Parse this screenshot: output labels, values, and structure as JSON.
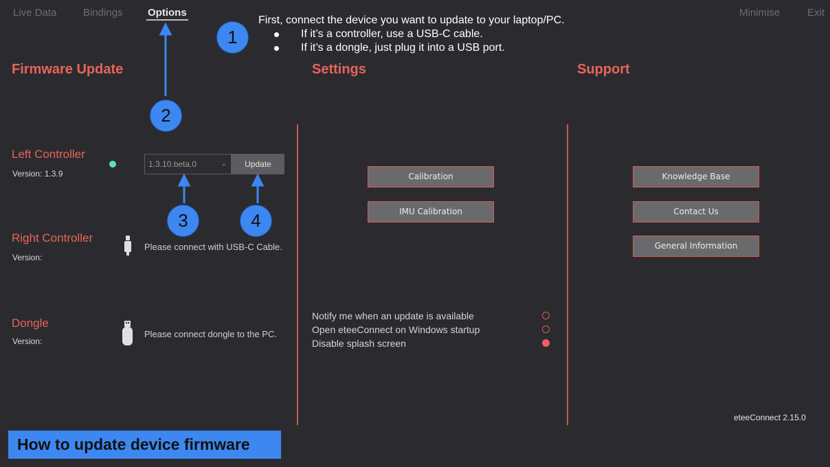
{
  "nav": {
    "live_data": "Live Data",
    "bindings": "Bindings",
    "options": "Options",
    "minimise": "Minimise",
    "exit": "Exit"
  },
  "sections": {
    "firmware": "Firmware Update",
    "settings": "Settings",
    "support": "Support"
  },
  "devices": {
    "left": {
      "name": "Left Controller",
      "version": "Version: 1.3.9",
      "selected_firmware": "1.3.10.beta.0",
      "update_label": "Update"
    },
    "right": {
      "name": "Right Controller",
      "version": "Version:",
      "message": "Please connect with USB-C Cable."
    },
    "dongle": {
      "name": "Dongle",
      "version": "Version:",
      "message": "Please connect dongle to the PC."
    }
  },
  "settings": {
    "buttons": [
      "Calibration",
      "IMU Calibration"
    ],
    "options": [
      {
        "label": "Notify me when an update is available",
        "checked": false
      },
      {
        "label": "Open eteeConnect on Windows startup",
        "checked": false
      },
      {
        "label": "Disable splash screen",
        "checked": true
      }
    ]
  },
  "support": {
    "buttons": [
      "Knowledge Base",
      "Contact Us",
      "General Information"
    ]
  },
  "footer": {
    "version": "eteeConnect 2.15.0"
  },
  "annotations": {
    "badges": [
      "1",
      "2",
      "3",
      "4"
    ],
    "instructions": {
      "line1": "First, connect the device you want to update to your laptop/PC.",
      "bullet1": "If it’s a controller, use a USB-C cable.",
      "bullet2": "If it’s a dongle, just plug it into a USB port."
    },
    "caption": "How to update device firmware"
  },
  "colors": {
    "background": "#2b2b2f",
    "accent": "#e8645a",
    "annotation_blue": "#3d87f0",
    "status_connected": "#5fe0b0"
  },
  "icons": {
    "usb_c_cable": "usb-c-cable-icon",
    "usb_dongle": "usb-dongle-icon",
    "status": "connected-status-dot",
    "select_arrow": "chevron-down-icon"
  }
}
